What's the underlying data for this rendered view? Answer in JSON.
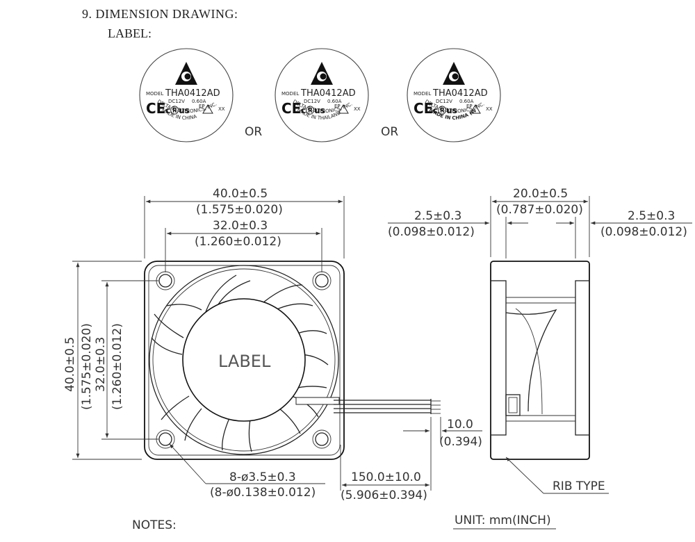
{
  "heading": {
    "section": "9. DIMENSION DRAWING:",
    "label_title": "LABEL:"
  },
  "labels": [
    {
      "model_prefix": "MODEL",
      "model": "THA0412AD",
      "voltage": "DC12V",
      "current": "0.60A",
      "ep": "EP",
      "xx": "XX",
      "ce": "CE",
      "ul": "cⓇus",
      "maker": "DELTA ELECTRONICS, INC.",
      "origin": "MADE IN CHINA"
    },
    {
      "model_prefix": "MODEL",
      "model": "THA0412AD",
      "voltage": "DC12V",
      "current": "0.60A",
      "ep": "EP",
      "xx": "XX",
      "ce": "CE",
      "ul": "cⓇus",
      "maker": "DELTA ELECTRONICS, INC.",
      "origin": "MADE IN THAILAND"
    },
    {
      "model_prefix": "MODEL",
      "model": "THA0412AD",
      "voltage": "DC12V",
      "current": "0.60A",
      "ep": "EP",
      "xx": "XX",
      "ce": "CE",
      "ul": "cⓇus",
      "maker": "DELTA ELECTRONICS, INC.",
      "origin": "MADE IN CHINA (WF)"
    }
  ],
  "or_text": "OR",
  "front_view": {
    "width_mm": "40.0±0.5",
    "width_in": "(1.575±0.020)",
    "hole_mm": "32.0±0.3",
    "hole_in": "(1.260±0.012)",
    "height_mm": "40.0±0.5",
    "height_in": "(1.575±0.020)",
    "vhole_mm": "32.0±0.3",
    "vhole_in": "(1.260±0.012)",
    "hub_label": "LABEL",
    "holes_mm": "8-ø3.5±0.3",
    "holes_in": "(8-ø0.138±0.012)",
    "lead_mm": "150.0±10.0",
    "lead_in": "(5.906±0.394)",
    "strip_mm": "10.0",
    "strip_in": "(0.394)"
  },
  "side_view": {
    "depth_mm": "20.0±0.5",
    "depth_in": "(0.787±0.020)",
    "flange_left_mm": "2.5±0.3",
    "flange_left_in": "(0.098±0.012)",
    "flange_right_mm": "2.5±0.3",
    "flange_right_in": "(0.098±0.012)",
    "rib": "RIB TYPE"
  },
  "footer": {
    "notes": "NOTES:",
    "unit": "UNIT: mm(INCH)"
  }
}
